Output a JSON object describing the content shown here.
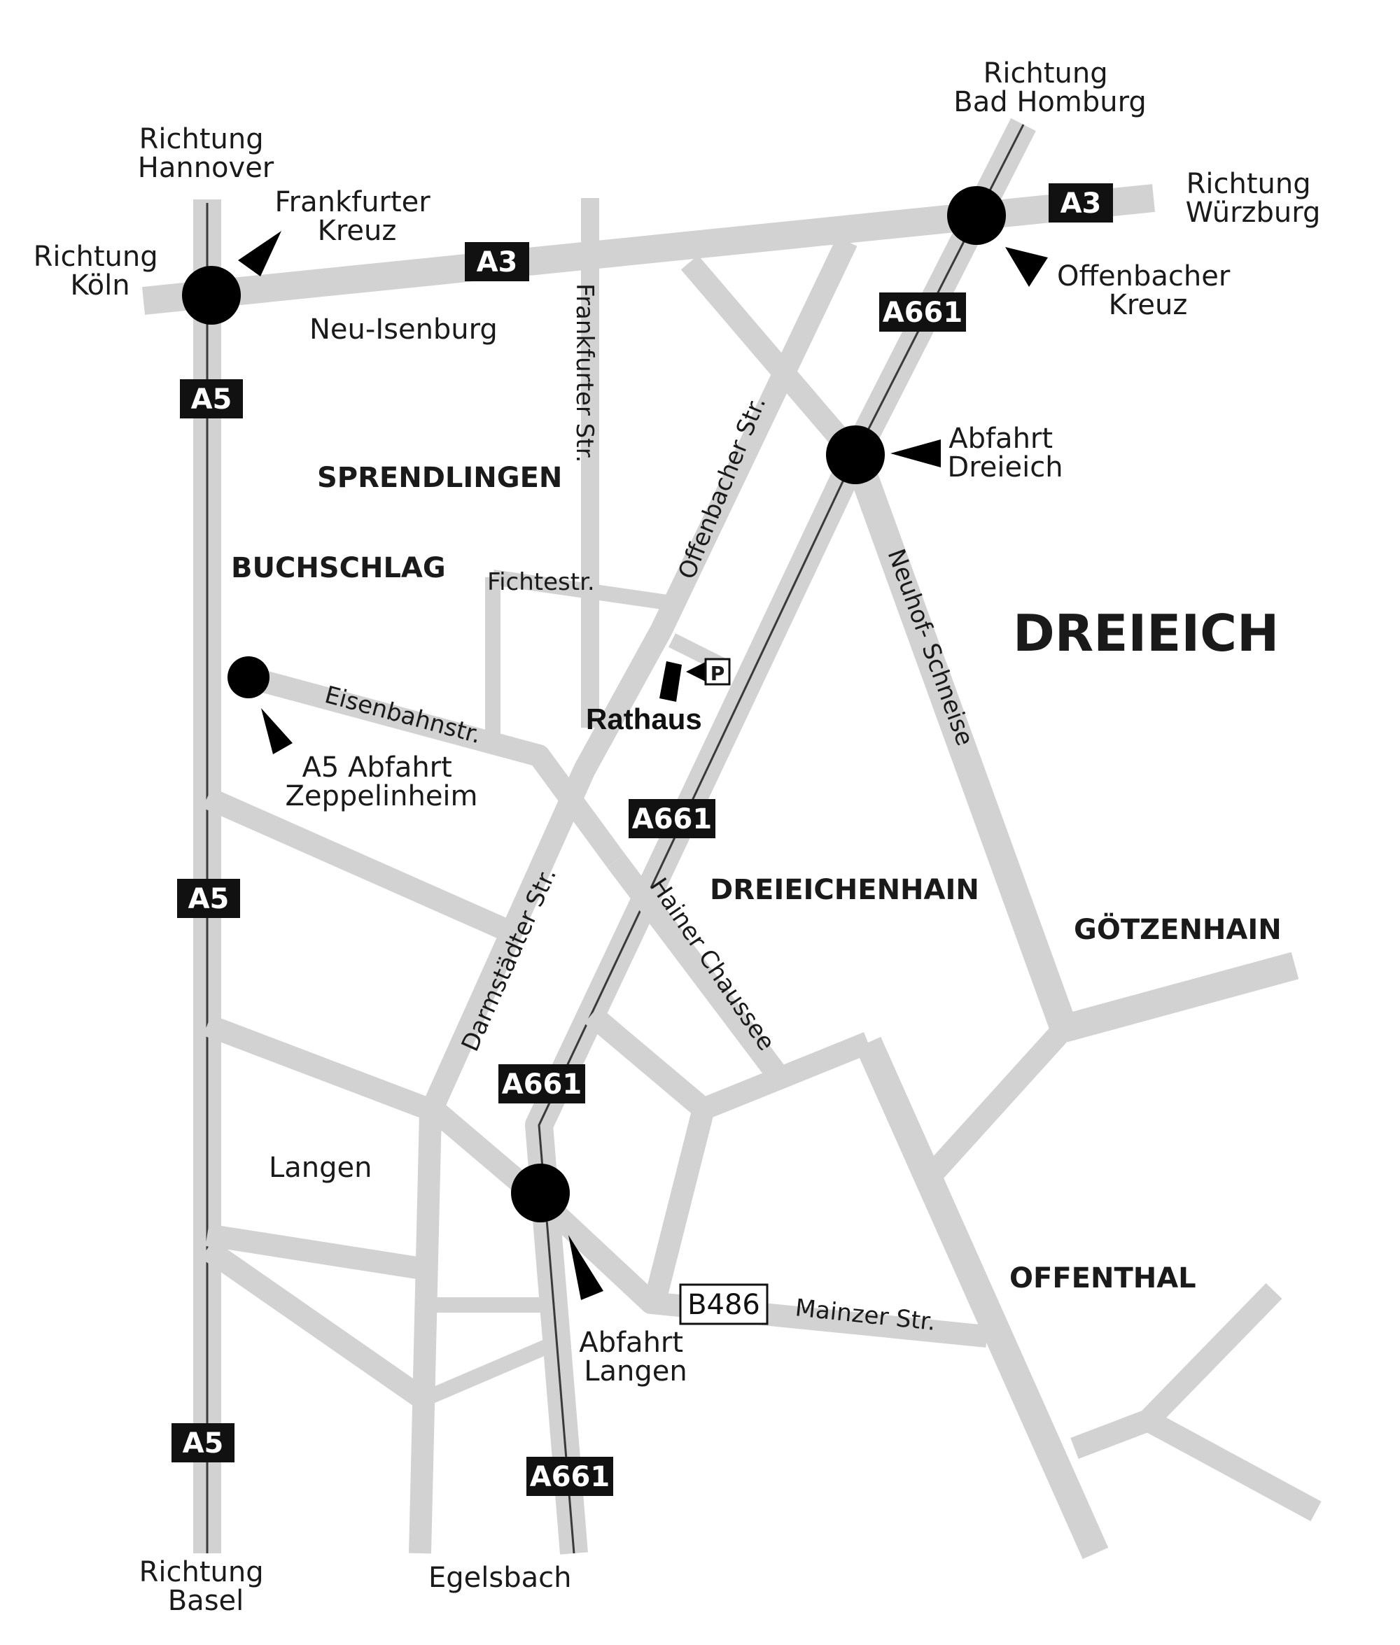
{
  "city": "DREIEICH",
  "districts": {
    "sprendlingen": "SPRENDLINGEN",
    "buchschlag": "BUCHSCHLAG",
    "dreieichenhain": "DREIEICHENHAIN",
    "goetzenhain": "GÖTZENHAIN",
    "offenthal": "OFFENTHAL"
  },
  "places": {
    "neu_isenburg": "Neu-Isenburg",
    "langen": "Langen",
    "egelsbach": "Egelsbach"
  },
  "directions": {
    "hannover": [
      "Richtung",
      "Hannover"
    ],
    "koeln": [
      "Richtung",
      "Köln"
    ],
    "bad_homburg": [
      "Richtung",
      "Bad Homburg"
    ],
    "wuerzburg": [
      "Richtung",
      "Würzburg"
    ],
    "basel": [
      "Richtung",
      "Basel"
    ]
  },
  "junctions": {
    "frankfurter_kreuz": [
      "Frankfurter",
      "Kreuz"
    ],
    "offenbacher_kreuz": [
      "Offenbacher",
      "Kreuz"
    ],
    "abfahrt_dreieich": [
      "Abfahrt",
      "Dreieich"
    ],
    "abfahrt_zeppelinheim": [
      "A5 Abfahrt",
      "Zeppelinheim"
    ],
    "abfahrt_langen": [
      "Abfahrt",
      "Langen"
    ]
  },
  "streets": {
    "frankfurter_str": "Frankfurter Str.",
    "offenbacher_str": "Offenbacher Str.",
    "fichtestr": "Fichtestr.",
    "eisenbahnstr": "Eisenbahnstr.",
    "neuhof_schneise": "Neuhof- Schneise",
    "darmstaedter_str": "Darmstädter Str.",
    "hainer_chaussee": "Hainer Chaussee",
    "mainzer_str": "Mainzer Str."
  },
  "shields": {
    "a3": "A3",
    "a5": "A5",
    "a661": "A661",
    "b486": "B486"
  },
  "poi": {
    "rathaus": "Rathaus",
    "parking": "P"
  }
}
